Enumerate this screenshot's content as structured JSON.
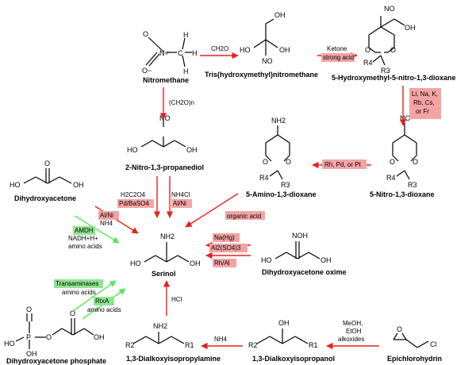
{
  "colors": {
    "arrow_red": "#e8201e",
    "arrow_green": "#55e855",
    "box_red": "#f4a3a3",
    "box_green": "#8fe58f"
  },
  "compounds": {
    "nitromethane": "Nitromethane",
    "tris": "Tris(hydroxymethyl)nitromethane",
    "hydroxymethyl_dioxane": "5-Hydroxymethyl-5-nitro-1,3-dioxane",
    "nitro_dioxane": "5-Nitro-1,3-dioxane",
    "amino_dioxane": "5-Amino-1,3-dioxane",
    "nitropropanediol": "2-Nitro-1,3-propanediol",
    "dihydroxyacetone": "Dihydroxyacetone",
    "serinol": "Serinol",
    "oxime": "Dihydroxyacetone oxime",
    "dhap": "Dihydroxyacetone phosphate",
    "dialkoxyisopropylamine": "1,3-Dialkoxyisopropylamine",
    "dialkoxyisopropanol": "1,3-Dialkoxyisopropanol",
    "epichlorohydrin": "Epichlorohydrin"
  },
  "reagents": {
    "ch2o": "CH2O",
    "ketone": "Ketone",
    "strong_acid": "strong acid",
    "metals_1": "Li, Na, K,",
    "metals_2": "Rb, Cs,",
    "metals_3": "or Fr",
    "ch2o_n": "(CH2O)n",
    "rh_pd_pt": "Rh, Pd, or Pt",
    "organic_acid": "organic acid",
    "h2c2o4": "H2C2O4",
    "pd_baso4": "Pd/BaSO4",
    "nh4cl": "NH4Cl",
    "al_ni_1": "Al/Ni",
    "al_ni_2": "Al/Ni",
    "nh4_1": "NH4",
    "amdh": "AMDH",
    "nadh": "NADH+H+",
    "amino_acids_1": "amino acids",
    "na_hg": "Na(Hg)",
    "al2so4": "Al2(SO4)3",
    "rh_al": "Rh/Al",
    "transaminases": "Transaminases",
    "amino_acids_2": "amino acids",
    "rtxa": "RtxA",
    "amino_acids_3": "amino acids",
    "hcl": "HCl",
    "nh4_2": "NH4",
    "meoh": "MeOH,",
    "etoh": "EtOH",
    "alkoxides": "alkoxides"
  },
  "atoms": {
    "O": "O",
    "N": "N",
    "H": "H",
    "C": "C",
    "HO": "HO",
    "OH": "OH",
    "NO": "NO",
    "NH2": "NH2",
    "R4": "R4",
    "R3": "R3",
    "R1": "R1",
    "R2": "R2",
    "NOH": "NOH",
    "P": "P",
    "Cl": "Cl",
    "O_minus": "O−",
    "N_plus": "N+"
  }
}
